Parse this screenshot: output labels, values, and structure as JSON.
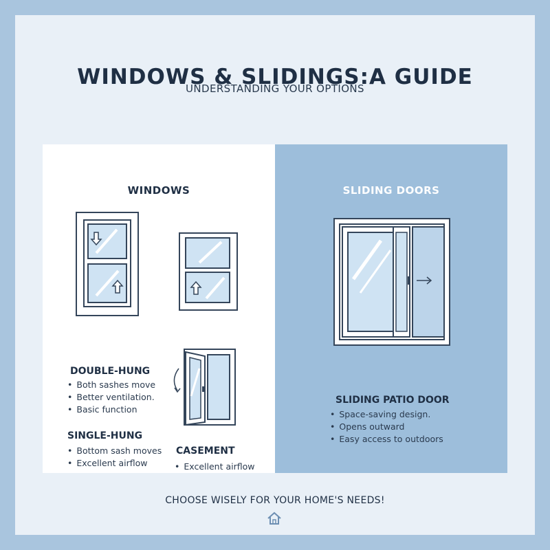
{
  "title": "WINDOWS & SLIDINGS:A GUIDE",
  "subtitle": "UNDERSTANDING YOUR OPTIONS",
  "windows": {
    "heading": "WINDOWS",
    "types": [
      {
        "label": "DOUBLE-HUNG",
        "bullets": [
          "Both sashes move",
          "Better ventilation.",
          "Basic function"
        ]
      },
      {
        "label": "SINGLE-HUNG",
        "bullets": [
          "Bottom sash moves",
          "Excellent airflow"
        ]
      },
      {
        "label": "CASEMENT",
        "bullets": [
          "Excellent airflow"
        ]
      }
    ]
  },
  "sliding": {
    "heading": "SLIDING DOORS",
    "type": {
      "label": "SLIDING PATIO DOOR",
      "bullets": [
        "Space-saving design.",
        "Opens outward",
        "Easy access to outdoors"
      ]
    }
  },
  "footer": "CHOOSE WISELY FOR YOUR HOME'S NEEDS!",
  "colors": {
    "background": "#a9c5de",
    "card": "#e9f0f7",
    "accent_panel": "#9dbedb",
    "text": "#1f2f44",
    "glass": "#cfe3f3"
  },
  "icons": [
    "down-arrow-icon",
    "up-arrow-icon",
    "curved-arrow-icon",
    "right-arrow-icon",
    "home-icon"
  ]
}
